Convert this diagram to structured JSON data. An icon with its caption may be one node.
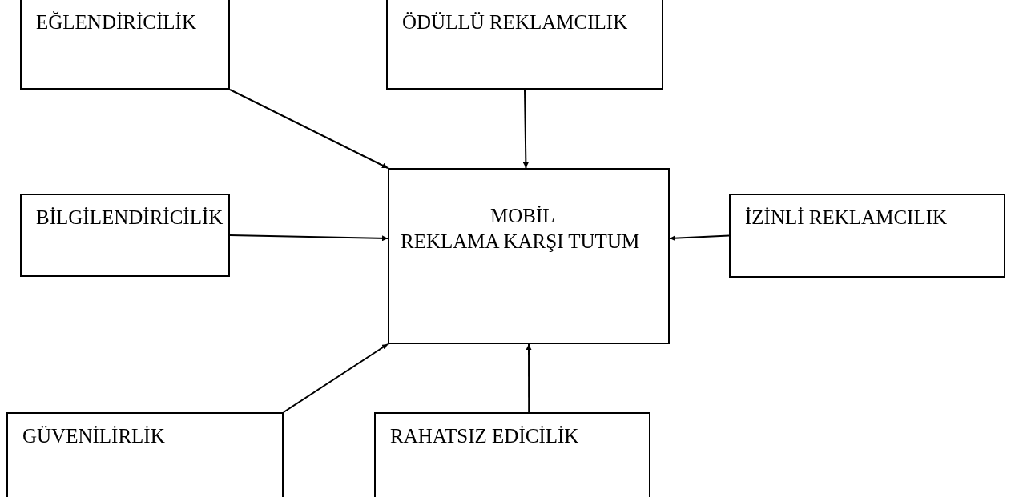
{
  "diagram": {
    "nodes": [
      {
        "text": [
          "EĞLENDİRİCİLİK"
        ]
      },
      {
        "text": [
          "ÖDÜLLÜ REKLAMCILIK"
        ]
      },
      {
        "text": [
          "MOBİL REKLAMA KARŞI TUTUM"
        ]
      },
      {
        "text": [
          "BİLGİLENDİRİCİLİK"
        ]
      },
      {
        "text": [
          "İZİNLİ REKLAMCILIK"
        ]
      },
      {
        "text": [
          "GÜVENİLİRLİK"
        ]
      },
      {
        "text": [
          "RAHATSIZ EDİCİLİK"
        ]
      }
    ],
    "edges": [
      {
        "from": 0,
        "to": 2,
        "arrow": "to"
      },
      {
        "from": 1,
        "to": 2,
        "arrow": "to"
      },
      {
        "from": 3,
        "to": 2,
        "arrow": "to"
      },
      {
        "from": 4,
        "to": 2,
        "arrow": "to"
      },
      {
        "from": 5,
        "to": 2,
        "arrow": "to"
      },
      {
        "from": 6,
        "to": 2,
        "arrow": "to"
      }
    ]
  }
}
